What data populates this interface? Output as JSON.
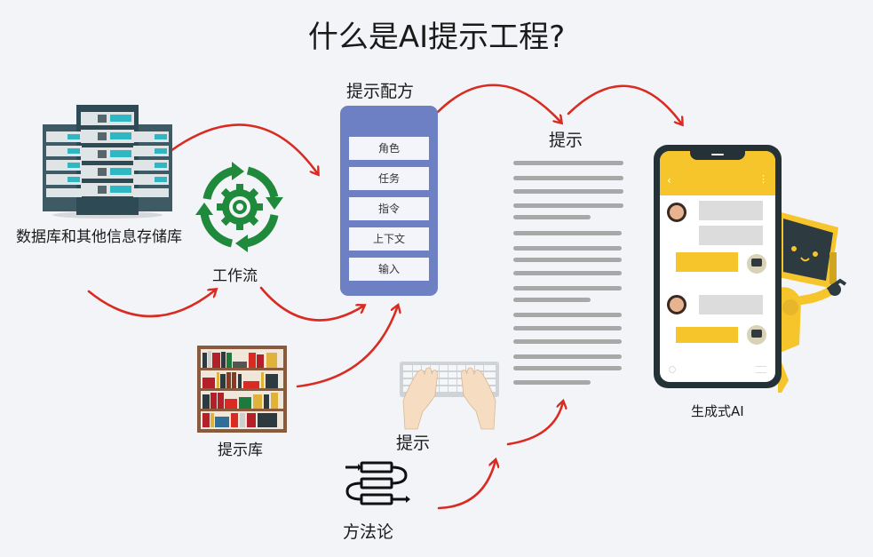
{
  "title": "什么是AI提示工程?",
  "nodes": {
    "data_store": {
      "label": "数据库和其他信息存储库",
      "icon": "server-rack-icon"
    },
    "workflow": {
      "label": "工作流",
      "icon": "gear-cycle-icon"
    },
    "prompt_library": {
      "label": "提示库",
      "icon": "bookshelf-icon"
    },
    "prompt_input": {
      "label": "提示",
      "icon": "keyboard-hands-icon"
    },
    "methodology": {
      "label": "方法论",
      "icon": "process-flow-icon"
    },
    "prompt_recipe": {
      "label": "提示配方",
      "items": [
        "角色",
        "任务",
        "指令",
        "上下文",
        "输入"
      ],
      "color": "#6d80c4"
    },
    "prompt": {
      "label": "提示",
      "icon": "text-document-icon"
    },
    "generative_ai": {
      "label": "生成式AI",
      "icon": "phone-chatbot-icon"
    }
  },
  "colors": {
    "arrow": "#d92b22",
    "gear": "#1f8a3c",
    "phone_accent": "#f5c52b",
    "phone_frame": "#243238",
    "background": "#f3f4f7"
  },
  "connections": [
    {
      "from": "data_store",
      "to": "prompt_recipe"
    },
    {
      "from": "data_store",
      "to": "workflow"
    },
    {
      "from": "workflow",
      "to": "prompt_recipe"
    },
    {
      "from": "prompt_library",
      "to": "prompt_recipe"
    },
    {
      "from": "prompt_input",
      "to": "prompt_recipe"
    },
    {
      "from": "prompt_recipe",
      "to": "prompt"
    },
    {
      "from": "prompt",
      "to": "generative_ai"
    },
    {
      "from": "methodology",
      "to": "prompt_input"
    },
    {
      "from": "prompt_input",
      "to": "prompt"
    }
  ]
}
